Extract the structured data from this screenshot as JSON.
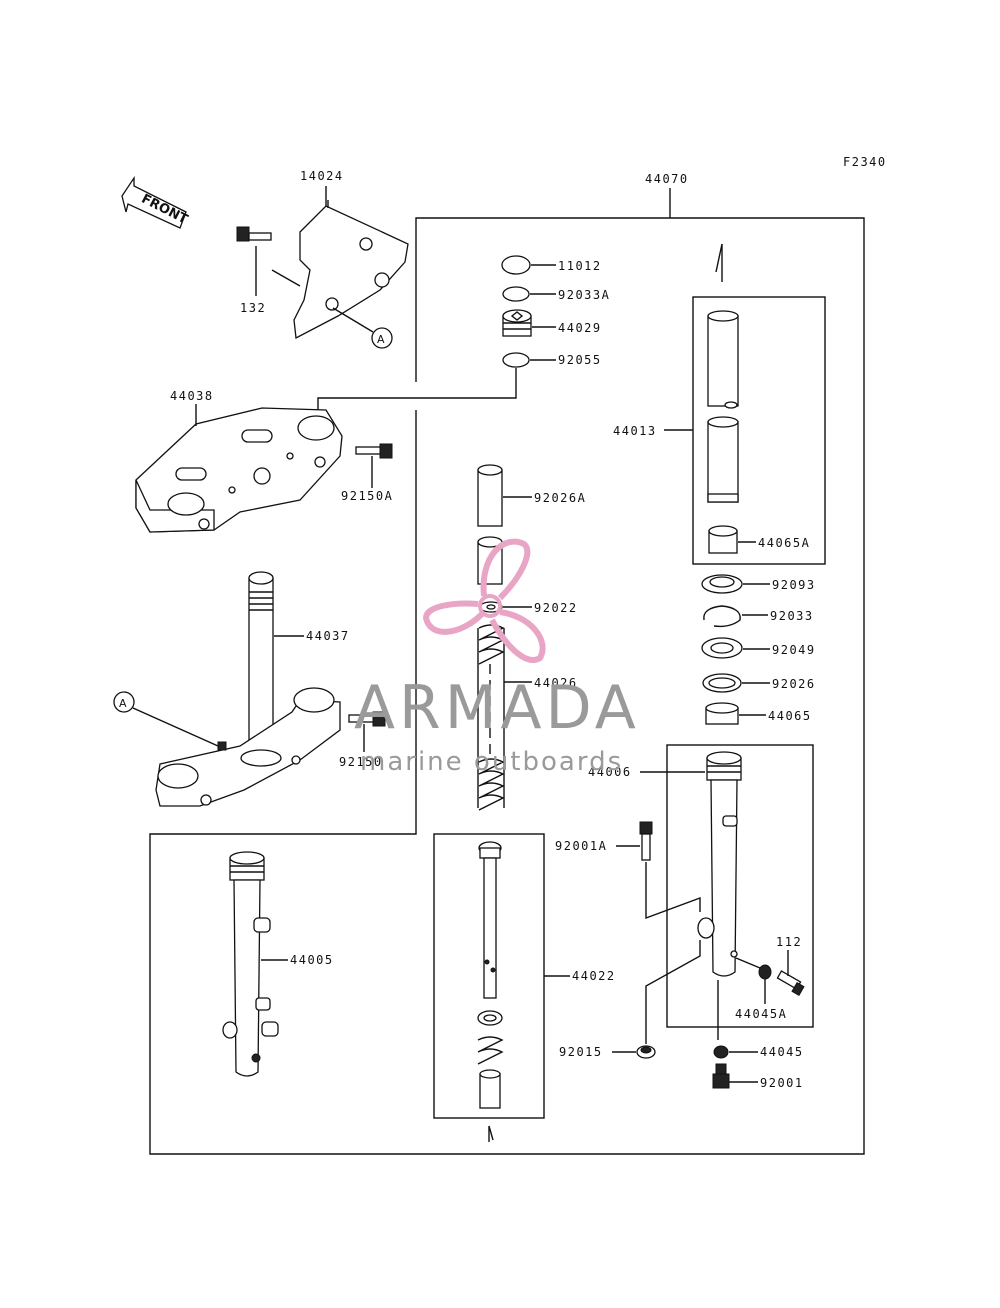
{
  "figure_code": "F2340",
  "front_label": "FRONT",
  "watermark": {
    "brand": "ARMADA",
    "tagline": "marine outboards",
    "logo_color": "#e8a5c5",
    "text_color": "#9a9a9a"
  },
  "reference_marker": "A",
  "parts": {
    "p14024": "14024",
    "p44070": "44070",
    "p132": "132",
    "p11012": "11012",
    "p92033A": "92033A",
    "p44029": "44029",
    "p92055": "92055",
    "p44038": "44038",
    "p92150A": "92150A",
    "p44013": "44013",
    "p92026A": "92026A",
    "p44065A": "44065A",
    "p92093": "92093",
    "p92022": "92022",
    "p92033": "92033",
    "p44037": "44037",
    "p92049": "92049",
    "p44026": "44026",
    "p92026": "92026",
    "p44065": "44065",
    "p92150": "92150",
    "p44006": "44006",
    "p92001A": "92001A",
    "p112": "112",
    "p44005": "44005",
    "p44022": "44022",
    "p44045A": "44045A",
    "p92015": "92015",
    "p44045": "44045",
    "p92001": "92001"
  }
}
